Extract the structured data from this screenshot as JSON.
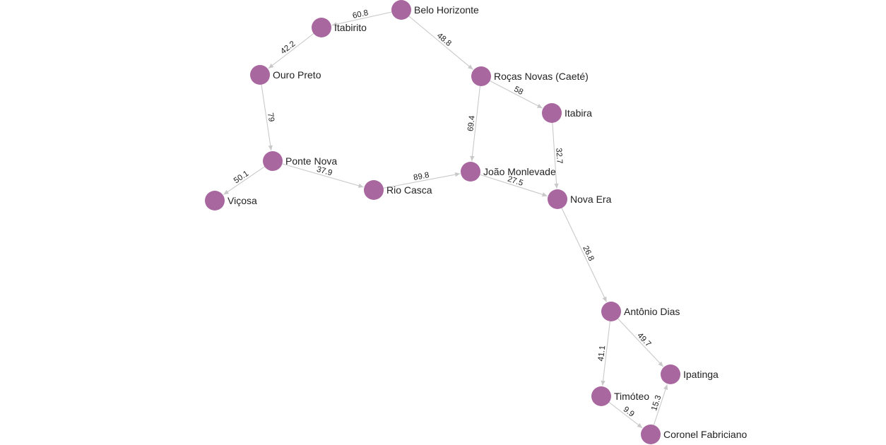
{
  "graph": {
    "node_color": "#a8679f",
    "edge_color": "#c9c9c9",
    "nodes": [
      {
        "id": "bh",
        "label": "Belo Horizonte"
      },
      {
        "id": "ita",
        "label": "Itabirito"
      },
      {
        "id": "op",
        "label": "Ouro Preto"
      },
      {
        "id": "rn",
        "label": "Roças Novas (Caeté)"
      },
      {
        "id": "itb",
        "label": "Itabira"
      },
      {
        "id": "pn",
        "label": "Ponte Nova"
      },
      {
        "id": "vic",
        "label": "Viçosa"
      },
      {
        "id": "rc",
        "label": "Rio Casca"
      },
      {
        "id": "jm",
        "label": "João Monlevade"
      },
      {
        "id": "ne",
        "label": "Nova Era"
      },
      {
        "id": "ad",
        "label": "Antônio Dias"
      },
      {
        "id": "ipa",
        "label": "Ipatinga"
      },
      {
        "id": "tim",
        "label": "Timóteo"
      },
      {
        "id": "cf",
        "label": "Coronel Fabriciano"
      }
    ],
    "edges": [
      {
        "from": "bh",
        "to": "ita",
        "weight": "60.8"
      },
      {
        "from": "bh",
        "to": "rn",
        "weight": "48.8"
      },
      {
        "from": "ita",
        "to": "op",
        "weight": "42.2"
      },
      {
        "from": "op",
        "to": "pn",
        "weight": "79"
      },
      {
        "from": "pn",
        "to": "vic",
        "weight": "50.1"
      },
      {
        "from": "pn",
        "to": "rc",
        "weight": "37.9"
      },
      {
        "from": "rc",
        "to": "jm",
        "weight": "89.8"
      },
      {
        "from": "rn",
        "to": "jm",
        "weight": "69.4"
      },
      {
        "from": "rn",
        "to": "itb",
        "weight": "58"
      },
      {
        "from": "itb",
        "to": "ne",
        "weight": "32.7"
      },
      {
        "from": "jm",
        "to": "ne",
        "weight": "27.5"
      },
      {
        "from": "ne",
        "to": "ad",
        "weight": "26.8"
      },
      {
        "from": "ad",
        "to": "tim",
        "weight": "41.1"
      },
      {
        "from": "ad",
        "to": "ipa",
        "weight": "49.7"
      },
      {
        "from": "tim",
        "to": "cf",
        "weight": "9.9"
      },
      {
        "from": "cf",
        "to": "ipa",
        "weight": "15.3"
      }
    ]
  }
}
